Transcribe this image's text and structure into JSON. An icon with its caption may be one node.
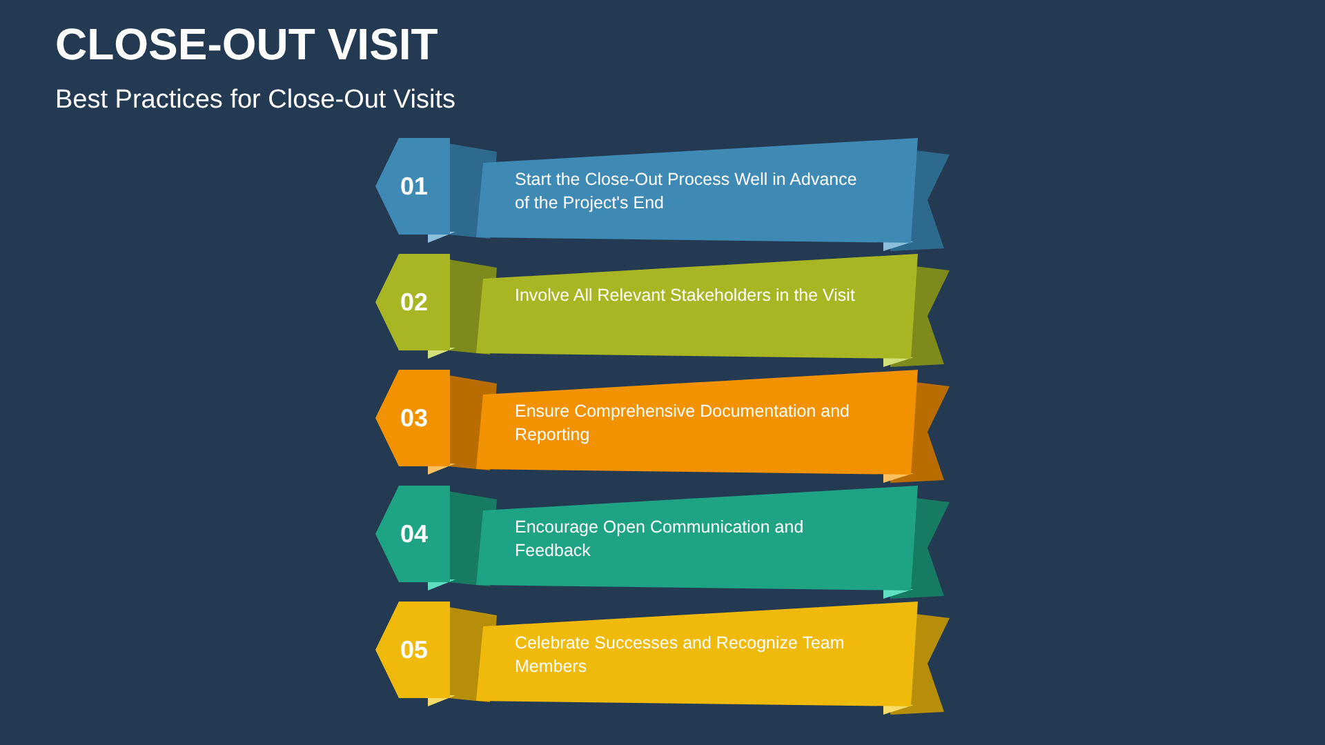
{
  "diagram": {
    "title": "CLOSE-OUT VISIT",
    "caption": "Best Practices for Close-Out Visits",
    "nodes": [
      {
        "text": [
          "01"
        ]
      },
      {
        "text": [
          "Start the Close-Out Process Well in Advance of the Project's End"
        ]
      },
      {
        "text": [
          "02"
        ]
      },
      {
        "text": [
          "Involve All Relevant Stakeholders in the Visit"
        ]
      },
      {
        "text": [
          "03"
        ]
      },
      {
        "text": [
          "Ensure Comprehensive Documentation and Reporting"
        ]
      },
      {
        "text": [
          "04"
        ]
      },
      {
        "text": [
          "Encourage Open Communication and Feedback"
        ]
      },
      {
        "text": [
          "05"
        ]
      },
      {
        "text": [
          "Celebrate Successes and Recognize Team Members"
        ]
      }
    ]
  }
}
